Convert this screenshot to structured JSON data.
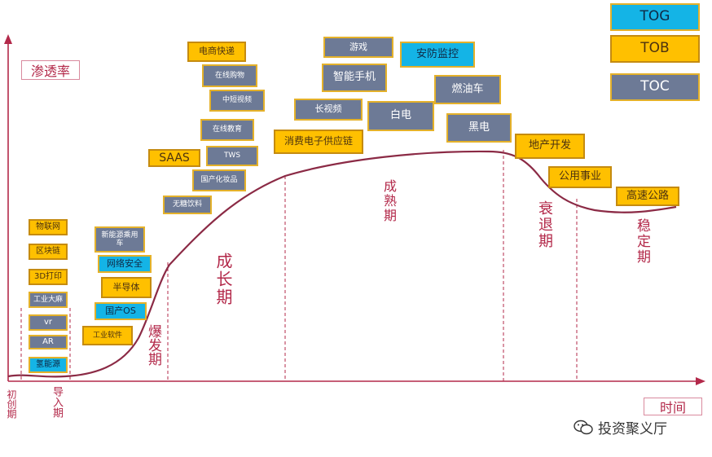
{
  "axes": {
    "y_label": "渗透率",
    "x_label": "时间"
  },
  "legend": [
    {
      "label": "TOG",
      "type": "tog"
    },
    {
      "label": "TOB",
      "type": "tob"
    },
    {
      "label": "TOC",
      "type": "toc"
    }
  ],
  "phases": {
    "startup": "初创期",
    "intro": "导入期",
    "explosion": "爆发期",
    "growth": "成长期",
    "mature": "成熟期",
    "decline": "衰退期",
    "stable": "稳定期"
  },
  "items": {
    "wulianwang": "物联网",
    "qukuailian": "区块链",
    "dayin3d": "3D打印",
    "gongyedashu": "工业大麻",
    "vr": "vr",
    "ar": "AR",
    "qingnengyuan": "氢能源",
    "xinnengyuan": "新能源乘用车",
    "wangluoanquan": "网络安全",
    "bandaoti": "半导体",
    "guochanos": "国产OS",
    "gongyeruanjian": "工业软件",
    "dianshangkuaidi": "电商快递",
    "zaixiangouwu": "在线购物",
    "zhongduanshipin": "中短视频",
    "zaixianjiaoyu": "在线教育",
    "saas": "SAAS",
    "tws": "TWS",
    "guochanhuazhuangpin": "国产化妆品",
    "wutangyinliao": "无糖饮料",
    "youxi": "游戏",
    "anfangjiankong": "安防监控",
    "zhinengshouji": "智能手机",
    "ranyouche": "燃油车",
    "changshipin": "长视频",
    "baidian": "白电",
    "heidian": "黑电",
    "xiaofeidianzi": "消费电子供应链",
    "dichankaifa": "地产开发",
    "gongyongshiye": "公用事业",
    "gaosugonglu": "高速公路"
  },
  "watermark": "投资聚义厅",
  "colors": {
    "toc": "#6d7a96",
    "tob": "#ffc000",
    "tog": "#14b4e6",
    "curve": "#8b2a45",
    "axis": "#b3294a"
  }
}
